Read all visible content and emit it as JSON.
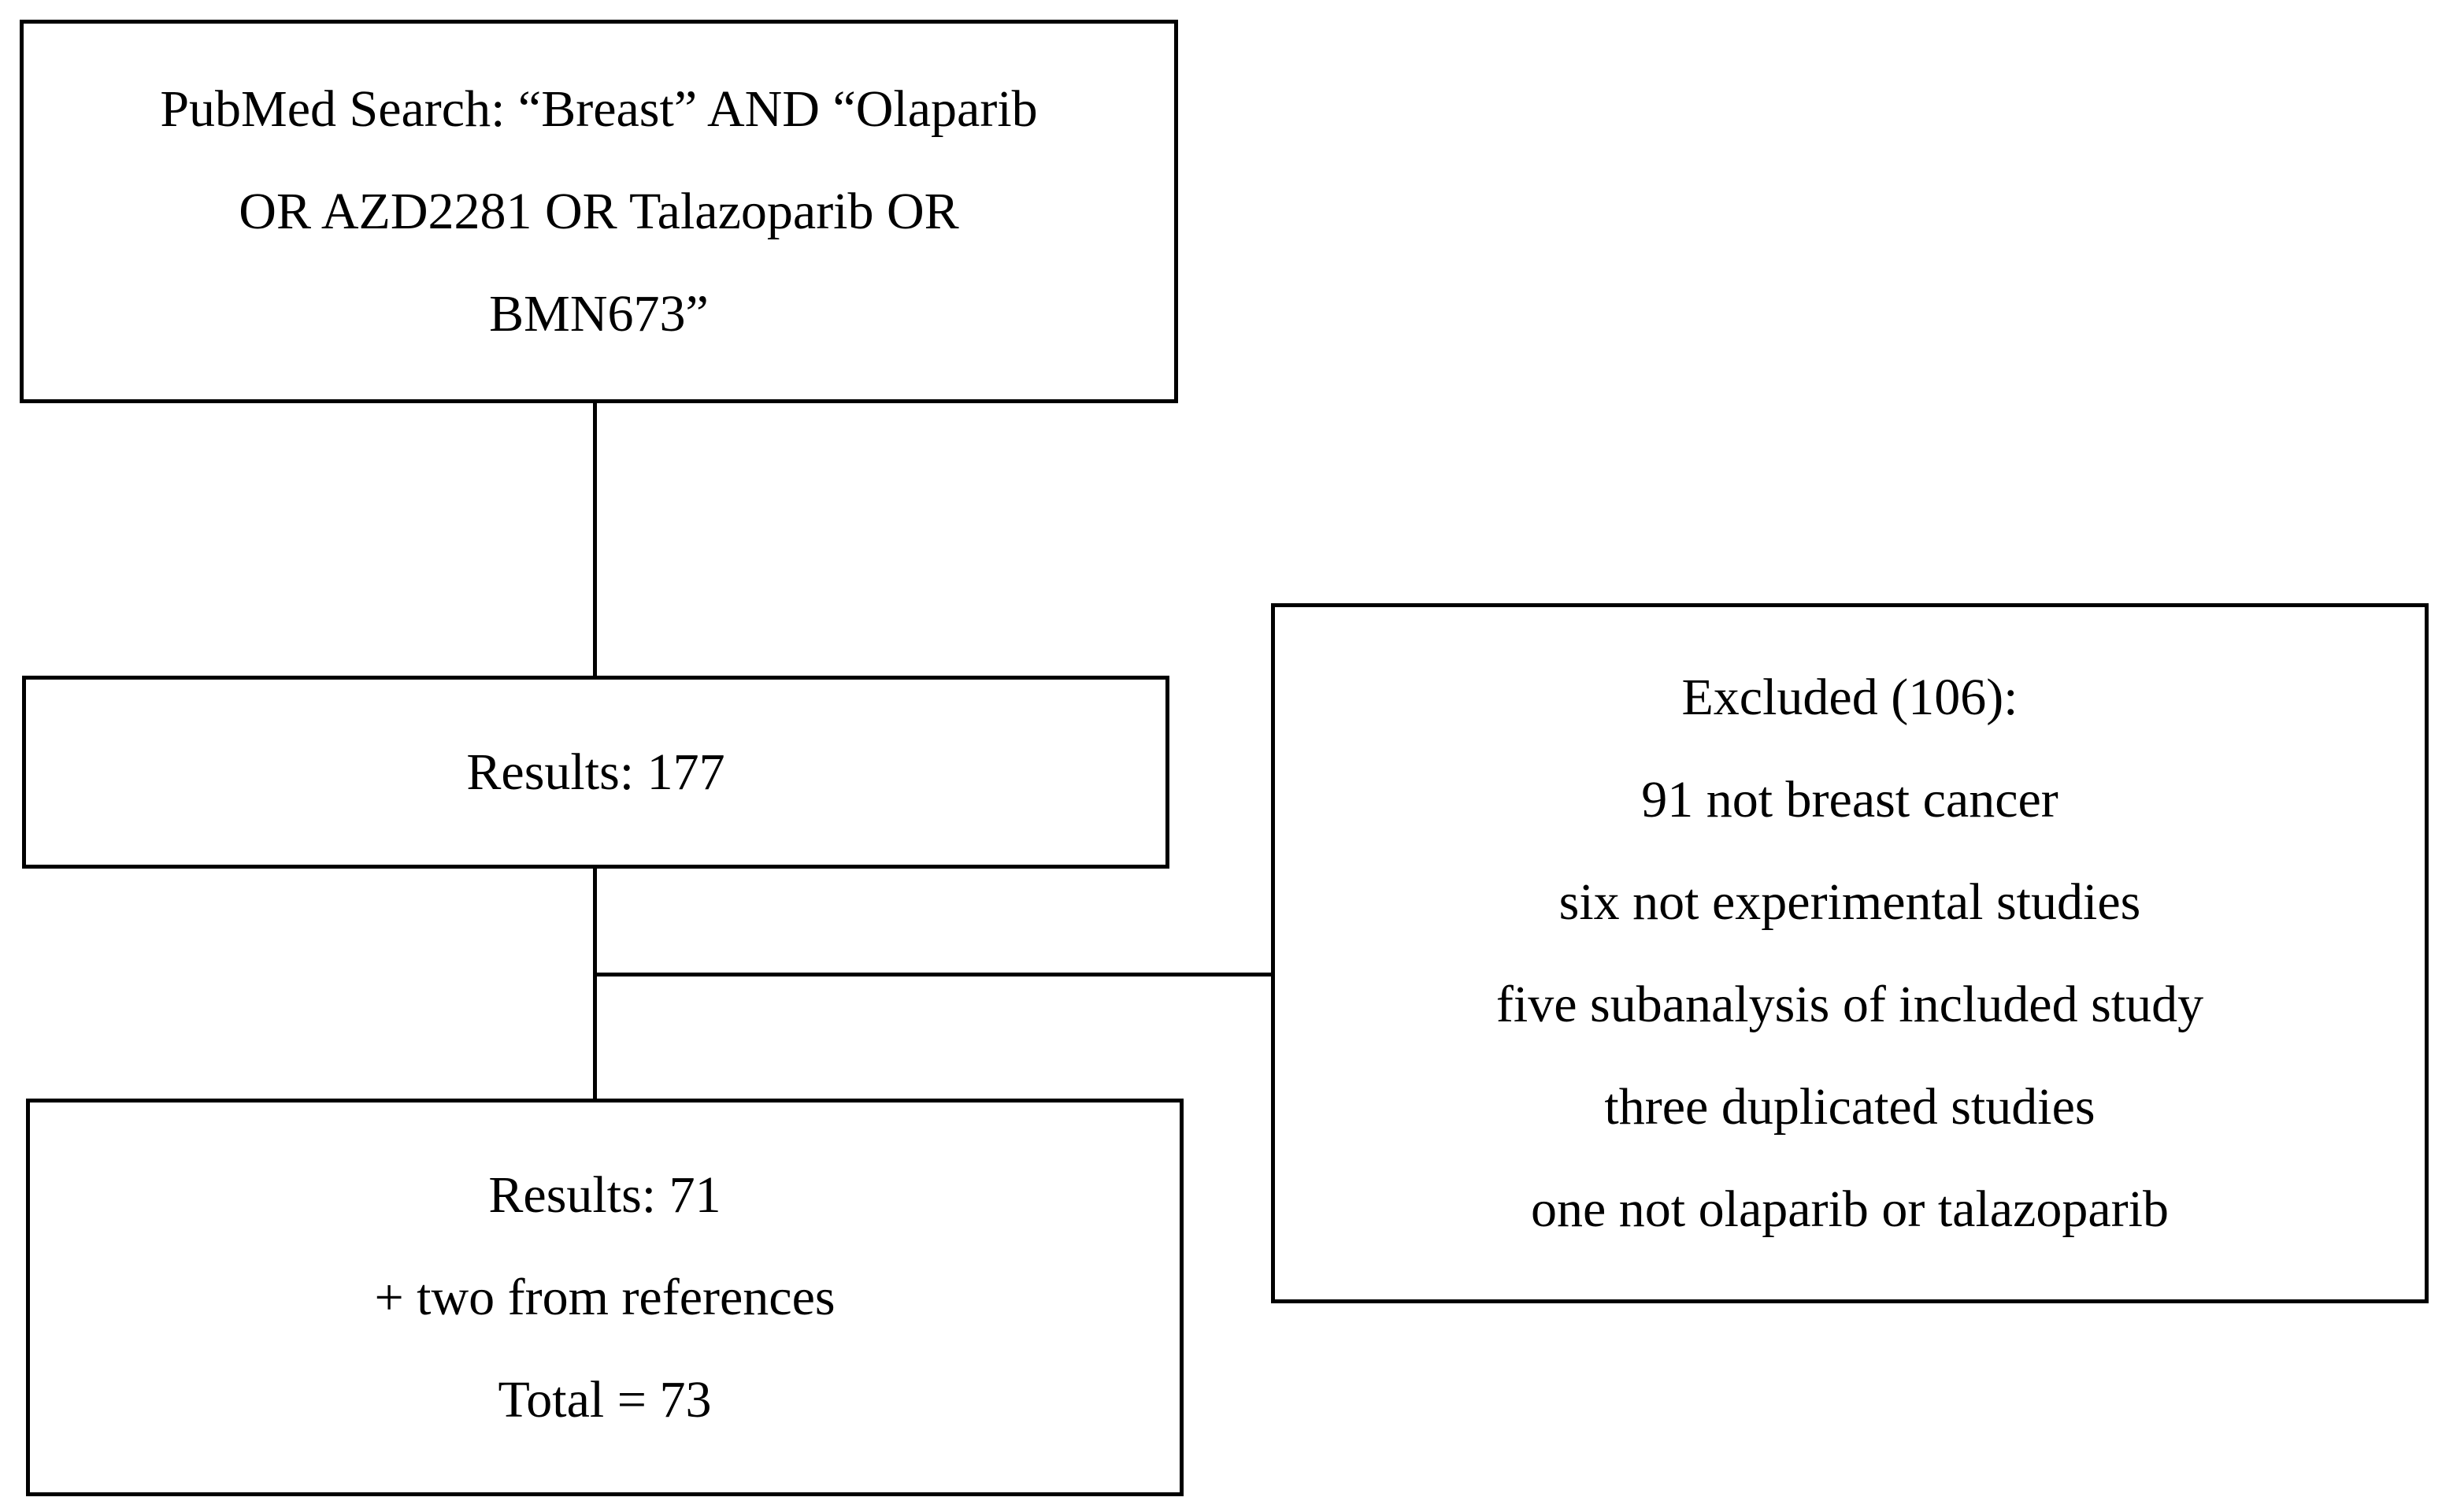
{
  "figure": {
    "type": "flowchart",
    "description": "Literature search flow diagram",
    "background_color": "#ffffff",
    "line_color": "#000000",
    "text_color": "#000000"
  },
  "boxes": {
    "search": {
      "lines": [
        "PubMed Search: “Breast” AND “Olaparib",
        "OR AZD2281 OR Talazoparib OR",
        "BMN673”"
      ]
    },
    "results_initial": {
      "lines": [
        "Results: 177"
      ]
    },
    "results_final": {
      "lines": [
        "Results: 71",
        "+ two from references",
        "Total = 73"
      ]
    },
    "excluded": {
      "lines": [
        "Excluded (106):",
        "91 not breast cancer",
        "six not experimental studies",
        "five subanalysis of included study",
        "three duplicated studies",
        "one not olaparib or talazoparib"
      ]
    }
  }
}
